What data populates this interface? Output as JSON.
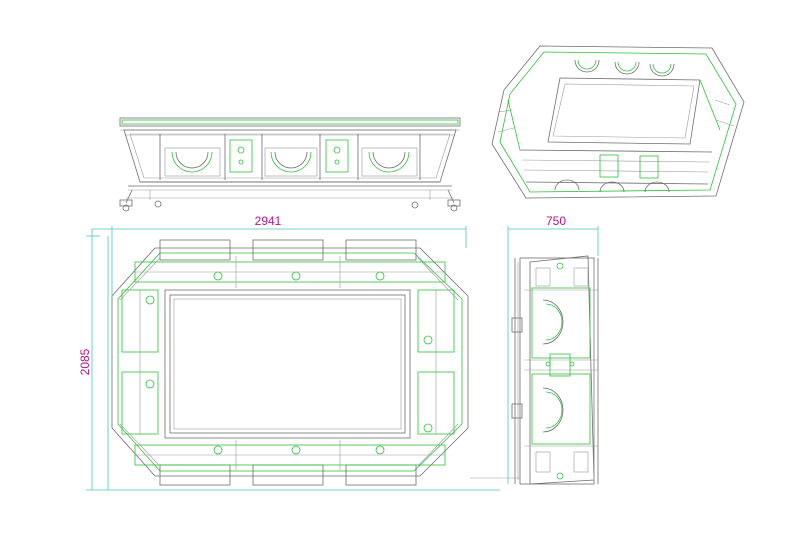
{
  "colors": {
    "background": "#ffffff",
    "green_lines": "#2fbf3a",
    "gray_lines": "#6e6e6e",
    "dimension_lines": "#4fc3c9",
    "dimension_text": "#b0178d"
  },
  "dimensions": {
    "top_view_width": "2941",
    "top_view_height": "2085",
    "side_view_width": "750"
  }
}
